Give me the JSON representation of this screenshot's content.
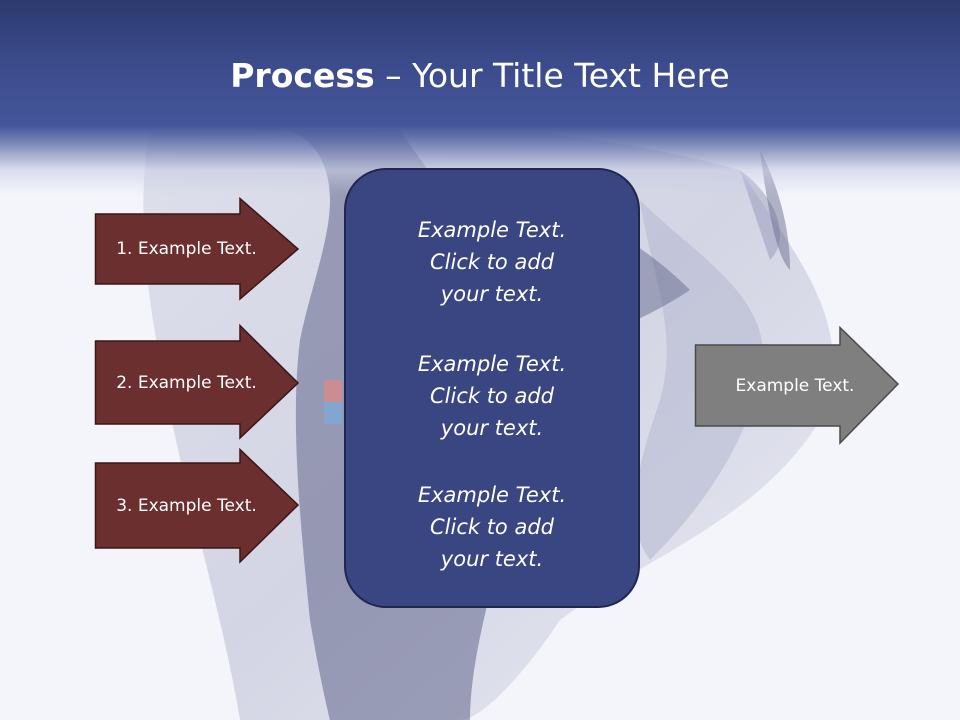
{
  "title": {
    "bold": "Process",
    "rest": " – Your Title Text Here"
  },
  "colors": {
    "header": "#3b4a8a",
    "left_arrow_fill": "#6b2f2f",
    "left_arrow_border": "#3a1616",
    "center_box": "#3a4682",
    "right_arrow_fill": "#7f7f7f"
  },
  "left_arrows": [
    {
      "label": "1. Example Text."
    },
    {
      "label": "2. Example Text."
    },
    {
      "label": "3. Example Text."
    }
  ],
  "center_items": [
    {
      "line1": "Example Text.",
      "line2": "Click  to add",
      "line3": "your text."
    },
    {
      "line1": "Example Text.",
      "line2": "Click  to add",
      "line3": "your text."
    },
    {
      "line1": "Example Text.",
      "line2": "Click  to add",
      "line3": "your text."
    }
  ],
  "right_arrow": {
    "label": "Example Text."
  }
}
